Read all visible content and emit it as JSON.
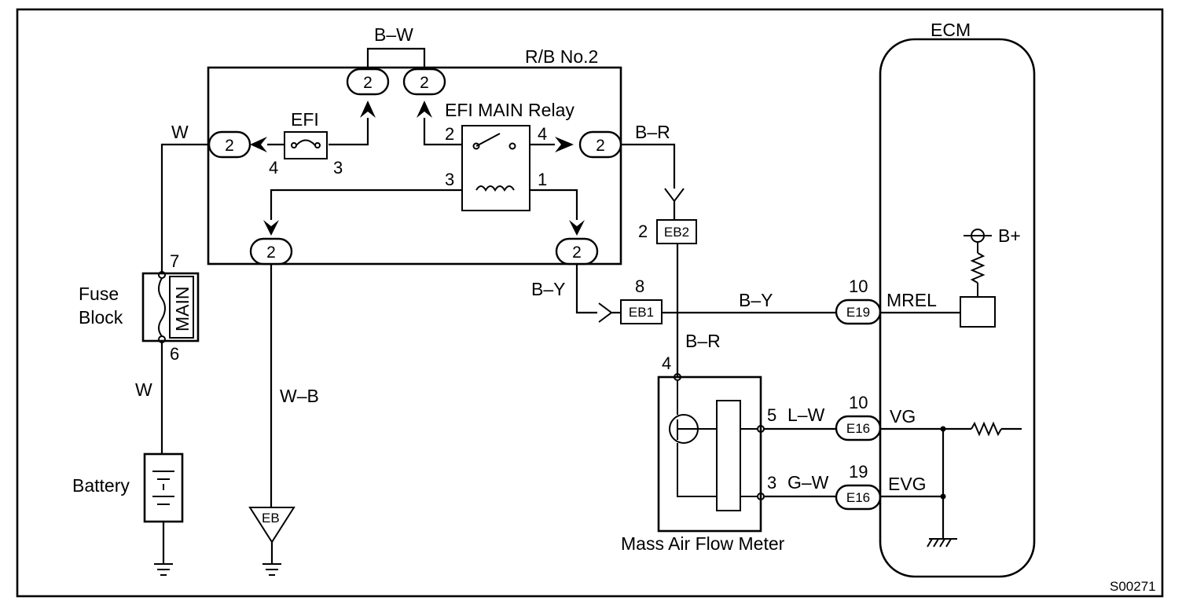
{
  "figure_id": "S00271",
  "components": {
    "ecm": "ECM",
    "relay_block": "R/B No.2",
    "efi_fuse": "EFI",
    "efi_main_relay": "EFI MAIN Relay",
    "fuse_block": [
      "Fuse",
      "Block"
    ],
    "main_fuse": "MAIN",
    "battery": "Battery",
    "maf_meter": "Mass Air Flow Meter",
    "power_supply": "B+"
  },
  "wire_colors": {
    "bw": "B–W",
    "w_top": "W",
    "w_lower": "W",
    "wb": "W–B",
    "br_top": "B–R",
    "br_mid": "B–R",
    "by_left": "B–Y",
    "by_right": "B–Y",
    "lw": "L–W",
    "gw": "G–W"
  },
  "connectors": {
    "rb_pin": "2",
    "eb2": "EB2",
    "eb1": "EB1",
    "e19": "E19",
    "e16_vg": "E16",
    "e16_evg": "E16",
    "ground_eb": "EB"
  },
  "pins": {
    "fuse_4": "4",
    "fuse_3": "3",
    "relay_2": "2",
    "relay_4": "4",
    "relay_3": "3",
    "relay_1": "1",
    "eb2_pin": "2",
    "eb1_pin": "8",
    "fuse_block_7": "7",
    "fuse_block_6": "6",
    "maf_4": "4",
    "maf_5": "5",
    "maf_3": "3",
    "e19_pin": "10",
    "e16_vg_pin": "10",
    "e16_evg_pin": "19"
  },
  "ecm_terminals": {
    "mrel": "MREL",
    "vg": "VG",
    "evg": "EVG"
  }
}
